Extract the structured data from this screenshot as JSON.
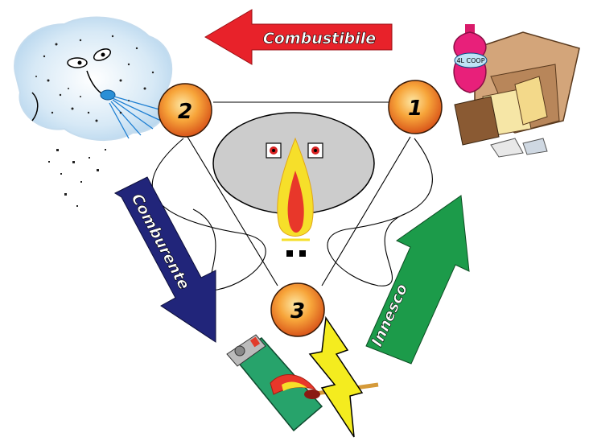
{
  "arrows": {
    "top_label": "Combustibile",
    "left_label": "Comburente",
    "right_label": "Innesco"
  },
  "nodes": {
    "n1": "1",
    "n2": "2",
    "n3": "3"
  },
  "bottle": {
    "label": "4L COOP"
  },
  "colors": {
    "top_arrow": "#e8222a",
    "left_arrow": "#21257a",
    "right_arrow": "#1c9b4a",
    "node_fill": "#f08a1c",
    "oval": "#cccccc",
    "flame_outer": "#f6df2a",
    "flame_inner": "#e8372a",
    "lighter": "#27a36b",
    "bottle": "#e8207a",
    "cloud": "#d8eaf7",
    "box": "#c79a6e",
    "lightning": "#f4ec1f"
  },
  "icons": [
    "cloud-air-icon",
    "bottle-icon",
    "box-icon",
    "flame-icon",
    "lighter-icon",
    "match-icon",
    "lightning-icon"
  ]
}
